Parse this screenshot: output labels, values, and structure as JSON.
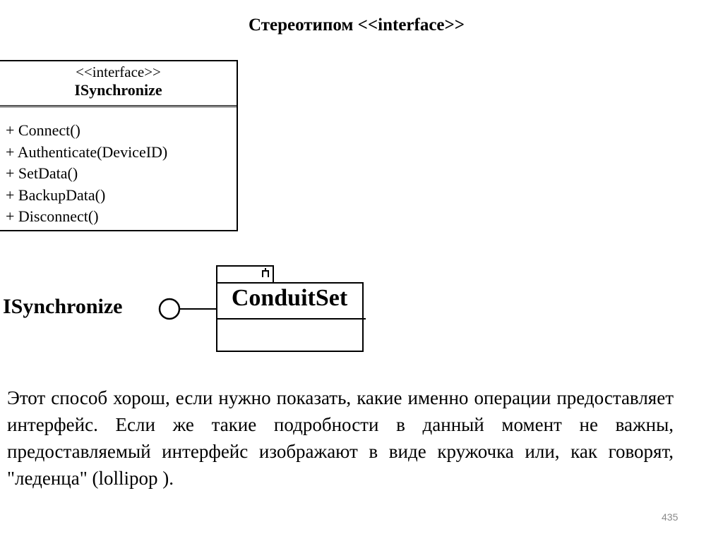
{
  "title": "Стереотипом <<interface>>",
  "interface_box": {
    "stereotype": "<<interface>>",
    "name": "ISynchronize",
    "operations": [
      "+ Connect()",
      "+ Authenticate(DeviceID)",
      "+ SetData()",
      "+ BackupData()",
      "+ Disconnect()"
    ]
  },
  "lollipop": {
    "interface_label": "ISynchronize",
    "class_name": "ConduitSet"
  },
  "paragraph": "Этот способ хорош, если нужно показать, какие именно операции предоставляет интерфейс. Если же такие подробности в данный момент не важны, предоставляемый интерфейс изображают в виде кружочка или, как говорят, \"леденца\" (lollipop ).",
  "page_number": "435"
}
